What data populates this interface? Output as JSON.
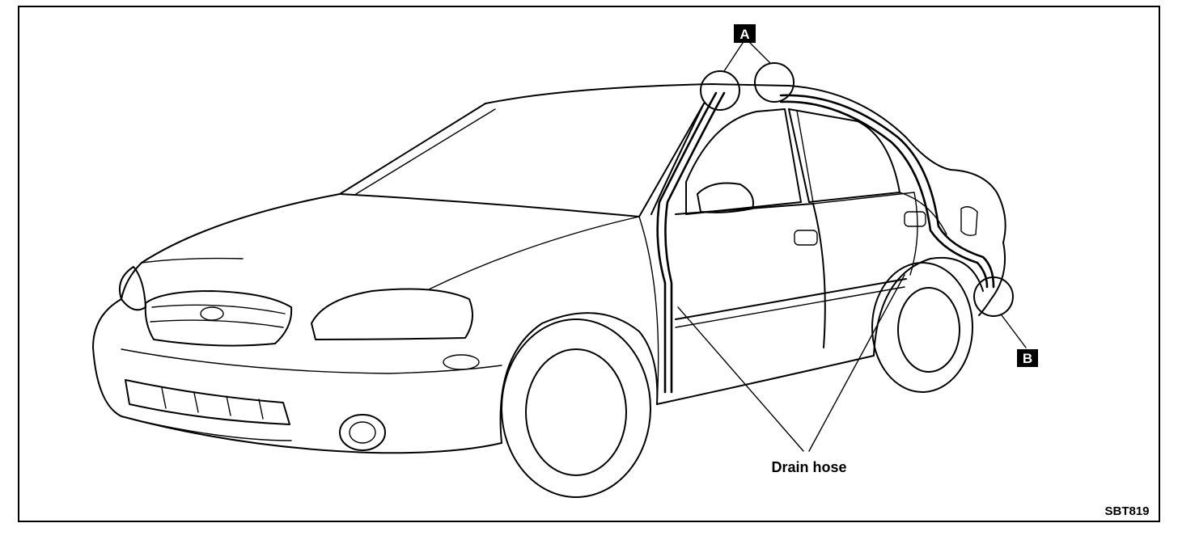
{
  "labels": {
    "callout_a": "A",
    "callout_b": "B",
    "drain_hose": "Drain hose",
    "figure_code": "SBT819"
  },
  "icons": {
    "vehicle": "sedan-line-drawing-icon",
    "detail_circle": "magnify-circle-icon"
  },
  "colors": {
    "line": "#000000",
    "background": "#ffffff",
    "label_box": "#000000"
  }
}
